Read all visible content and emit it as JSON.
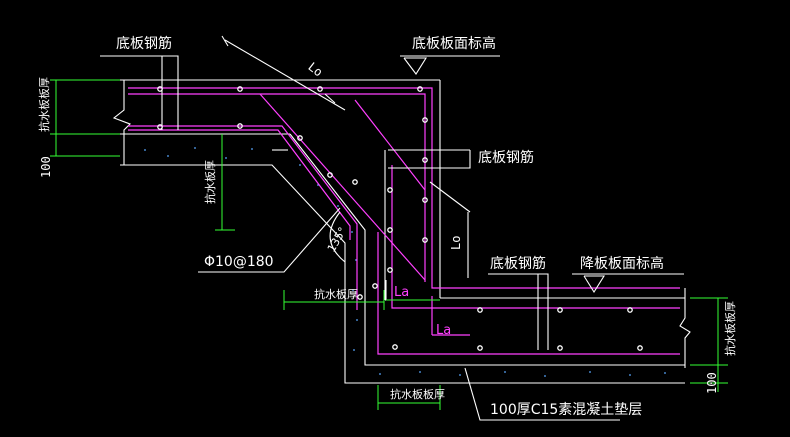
{
  "labels": {
    "bottom_rebar_1": "底板钢筋",
    "bottom_slab_elevation": "底板板面标高",
    "lo_top": "Lo",
    "bottom_rebar_2": "底板钢筋",
    "waterproof_thickness_left": "抗水板板厚",
    "dim_100_left": "100",
    "waterproof_thickness_mid": "抗水板厚",
    "lo_mid": "Lo",
    "rebar_spec": "Φ10@180",
    "angle": "135°",
    "bottom_rebar_3": "底板钢筋",
    "lowered_slab_elevation": "降板板面标高",
    "waterproof_thickness_bottom": "抗水板厚",
    "la_upper": "La",
    "la_lower": "La",
    "waterproof_thickness_right": "抗水板板厚",
    "dim_100_right": "100",
    "waterproof_thickness_base": "抗水板板厚",
    "cushion_layer": "100厚C15素混凝土垫层"
  },
  "colors": {
    "background": "#000000",
    "concrete_outline": "#ffffff",
    "rebar": "#ff40ff",
    "dimension": "#33ff33",
    "text": "#ffffff"
  }
}
